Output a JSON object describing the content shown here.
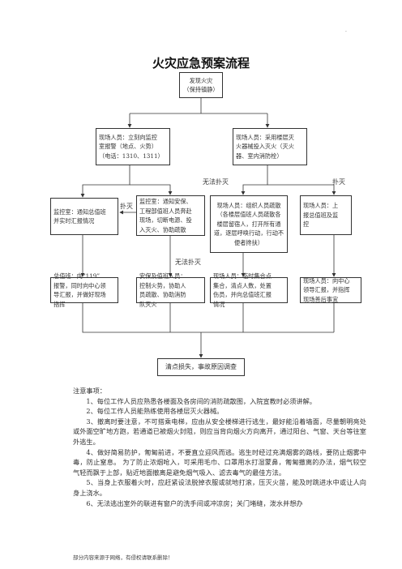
{
  "title": "火灾应急预案流程",
  "corner_mark": ".",
  "nodes": {
    "discover": [
      "发现火灾",
      "（保持镇静）"
    ],
    "report_monitor": [
      "现场人员：立刻向监控",
      "室报警（地点、火势）",
      "（电话：1310、1311）"
    ],
    "extinguisher": [
      "现场人员：采用楼层灭",
      "火器械投入灭火（灭火",
      "器、室内消防栓）"
    ],
    "monitor_leader": [
      "监控室：通知总值班",
      "并实时汇报情况"
    ],
    "monitor_notify": [
      "监控室：通知安保、",
      "工程部值班人员奔赴",
      "现场，切断电源、投",
      "入灭火、协助疏散"
    ],
    "organize_evac": [
      "现场人员：组织人员疏散",
      "（各楼层值班人员疏散各",
      "楼层留宿人，打开所有通",
      "道，逐层呼唤行动，行动不",
      "便者搀扶）"
    ],
    "report_leader": [
      "现场人员：上",
      "报总值班及监",
      "控"
    ],
    "duty_119": [
      "总值班：向“119”",
      "报警，同时向中心领",
      "导汇报，并做好现场",
      "指挥"
    ],
    "security_fight": [
      "安保及值班人员：",
      "控制火势，协助人",
      "员疏散、协助消防",
      "队灭火"
    ],
    "assemble": [
      "现场人员：临时集合点",
      "集合，清点人数，处置",
      "伤员，并向总值班汇报",
      "情况"
    ],
    "report_center": [
      "现场人员：向中心",
      "领导汇报，并指挥",
      "现场善后事宜"
    ],
    "final": "清点损失，事故原因调查"
  },
  "edge_labels": {
    "cannot_extinguish_1": "无法扑灭",
    "extinguished_1": "扑灭",
    "extinguished_2": "扑灭",
    "cannot_extinguish_2": "无法扑灭"
  },
  "notes": {
    "heading": "注意事项：",
    "items": [
      "1、每位工作人员应熟悉各楼面及各房间的消防疏散图，入院宣教时必须讲解。",
      "2、每位工作人员能熟练使用各楼层灭火器械。",
      "3、撤离时要注意，不可搭乘电梯，应由从安全楼梯进行逃生，最好能沿着墙面，尽量朝明亮处或外面空旷地方跑，若通道已被烟火封阻，则应当背向烟火方向离开，通过阳台、气窗、天台等往室外逃生。",
      "4、做好简易防护，匍匐前进，不要直立迎风而逃。逃生时经过充满烟雾的路线，要防止烟雾中毒，防止窒息。 为了防止浓烟呛入，可采用毛巾、口罩用水打湿蒙鼻，匍匐撤离的办法，烟气较空气轻而飘于上部，贴近地面撤离是避免烟气吸入、滤去毒气的最佳方法。",
      "5、当身上衣服着火时，应赶紧设法脱掉衣服或就地打滚，压灭火苗，能及时跳进水中或让人向身上浇水。",
      "6、无法逃出室外的联进有窗户的洗手间或冲凉房；关门堵缝，泼水并想办"
    ]
  },
  "footer": "部分内容来源于网络，有侵权请联系删除！"
}
